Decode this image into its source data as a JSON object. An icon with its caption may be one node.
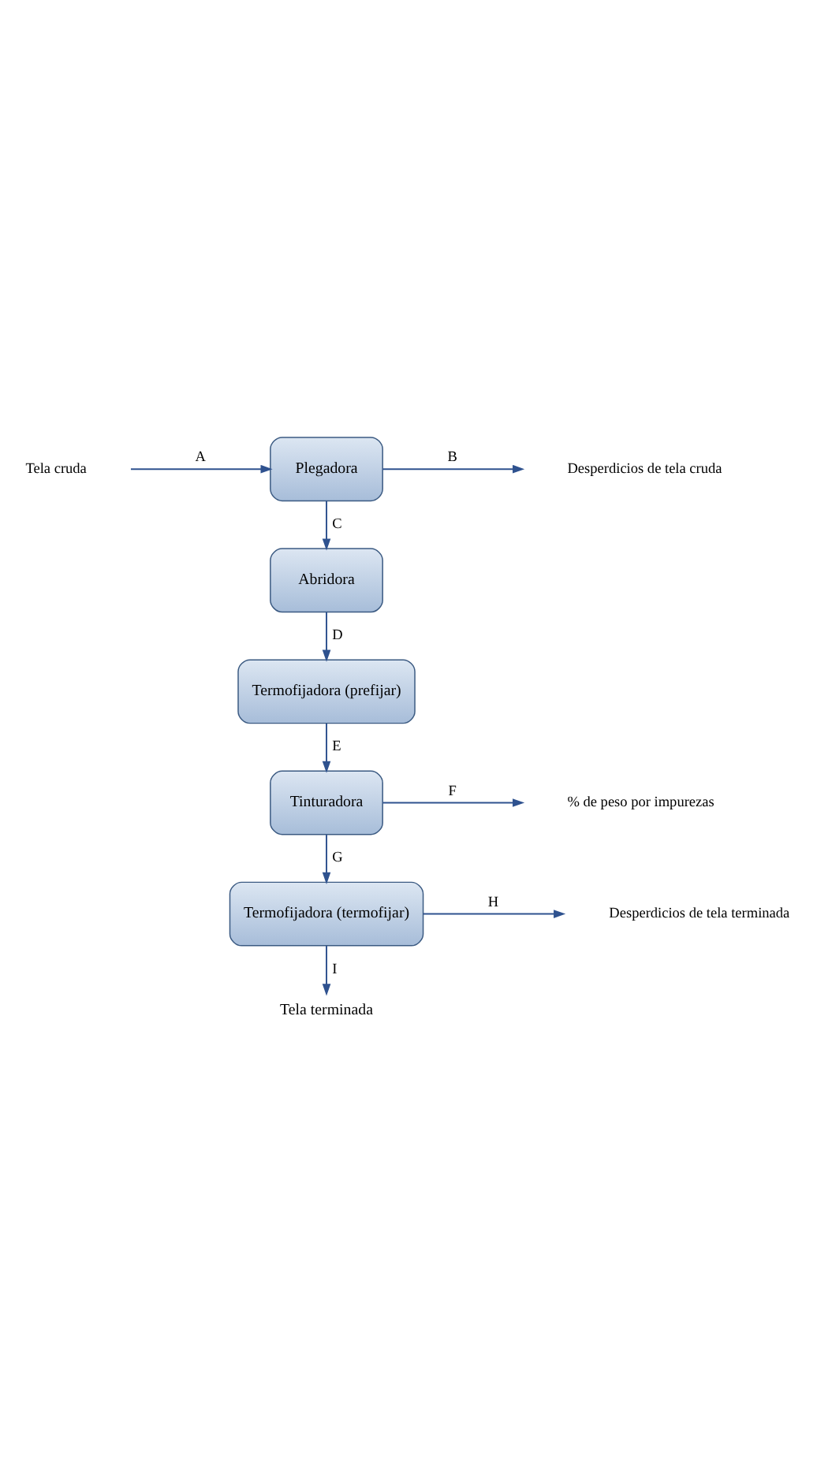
{
  "diagram": {
    "nodes": [
      {
        "text": [
          "Plegadora"
        ]
      },
      {
        "text": [
          "Abridora"
        ]
      },
      {
        "text": [
          "Termofijadora (prefijar)"
        ]
      },
      {
        "text": [
          "Tinturadora"
        ]
      },
      {
        "text": [
          "Termofijadora (termofijar)"
        ]
      },
      {
        "text": [
          "Tela terminada"
        ]
      }
    ],
    "edges": [
      {
        "from": null,
        "to": 0,
        "arrow": "to",
        "label": "A"
      },
      {
        "from": 0,
        "to": null,
        "arrow": "to",
        "label": "B"
      },
      {
        "from": 0,
        "to": 1,
        "arrow": "to",
        "label": "C"
      },
      {
        "from": 1,
        "to": 2,
        "arrow": "to",
        "label": "D"
      },
      {
        "from": 2,
        "to": 3,
        "arrow": "to",
        "label": "E"
      },
      {
        "from": 3,
        "to": null,
        "arrow": "to",
        "label": "F"
      },
      {
        "from": 3,
        "to": 4,
        "arrow": "to",
        "label": "G"
      },
      {
        "from": 4,
        "to": null,
        "arrow": "to",
        "label": "H"
      },
      {
        "from": 4,
        "to": 5,
        "arrow": "to",
        "label": "I"
      }
    ],
    "labels": [
      "Tela cruda",
      "Desperdicios de tela cruda",
      "% de peso por impurezas",
      "Desperdicios de tela terminada"
    ]
  }
}
